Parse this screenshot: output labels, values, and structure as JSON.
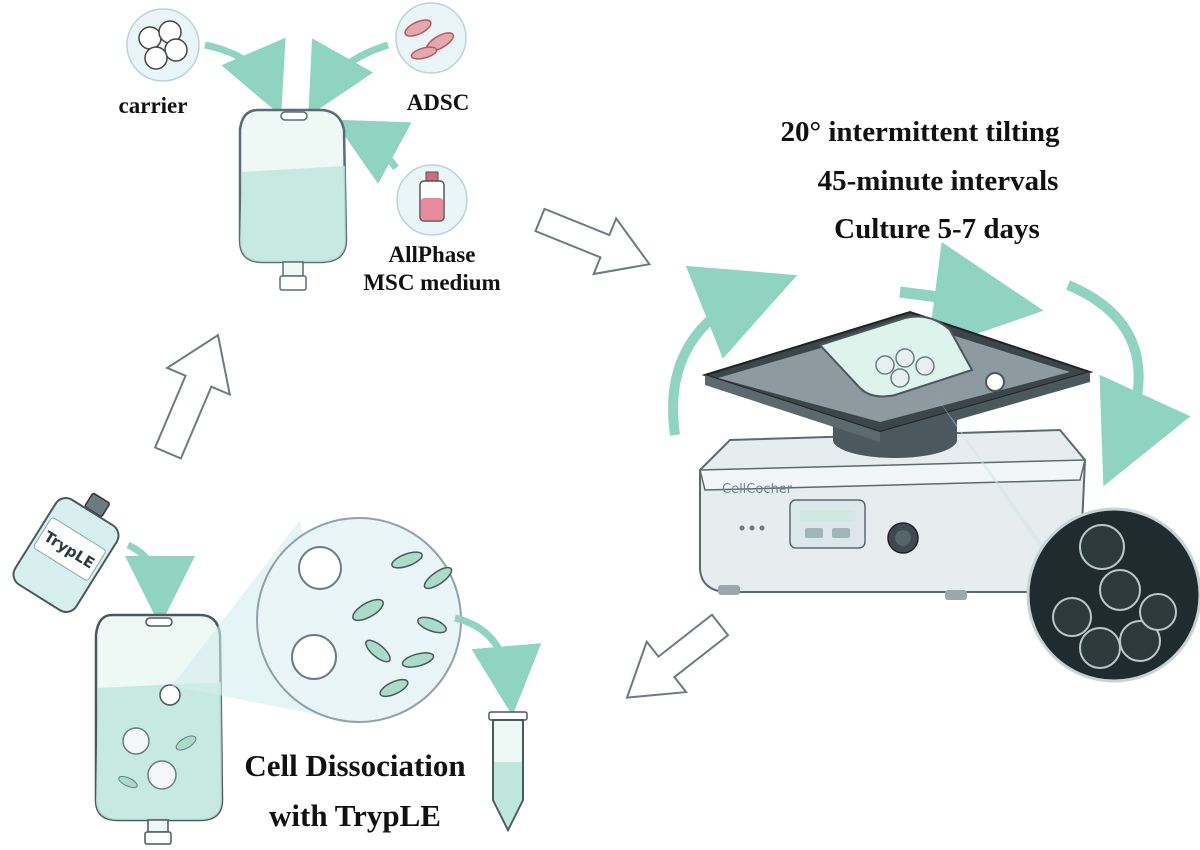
{
  "labels": {
    "carrier": "carrier",
    "adsc": "ADSC",
    "medium_line1": "AllPhase",
    "medium_line2": "MSC medium",
    "tilting": "20° intermittent tilting",
    "intervals": "45-minute intervals",
    "culture": "Culture 5-7 days",
    "dissociation_line1": "Cell Dissociation",
    "dissociation_line2": "with TrypLE",
    "tryple_bottle": "TrypLE",
    "device_brand": "CellCocher"
  },
  "colors": {
    "arrow_teal": "#8fd3c1",
    "arrow_teal_dark": "#6fbfae",
    "bag_fill": "#d8f1ea",
    "liquid": "#bfe8dc",
    "circle_bg": "#eaf5f7",
    "cell_pink": "#d98a93",
    "medium_pink": "#e98a9c",
    "device_body": "#e7ecef",
    "microscope_bg": "#1f2b2e"
  },
  "icons": [
    "carrier-beads-icon",
    "adsc-cells-icon",
    "medium-bottle-icon",
    "culture-bag-icon",
    "tryple-bottle-icon",
    "centrifuge-tube-icon",
    "rocker-device-icon",
    "microscope-view-icon"
  ]
}
